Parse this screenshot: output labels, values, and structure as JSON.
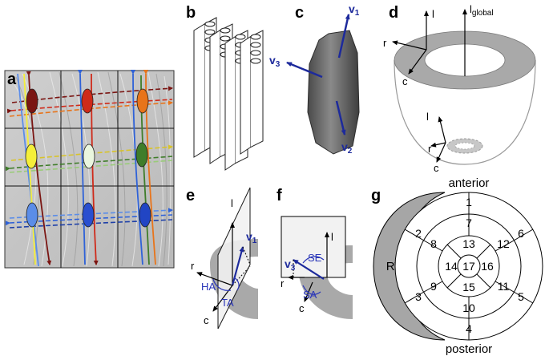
{
  "panels": {
    "a": {
      "label": "a"
    },
    "b": {
      "label": "b"
    },
    "c": {
      "label": "c",
      "v1": "v",
      "v1_sub": "1",
      "v2": "v",
      "v2_sub": "2",
      "v3": "v",
      "v3_sub": "3"
    },
    "d": {
      "label": "d",
      "l": "l",
      "l_global": "l",
      "l_global_sub": "global",
      "r": "r",
      "c": "c",
      "l_inner": "l",
      "r_inner": "r",
      "c_inner": "c"
    },
    "e": {
      "label": "e",
      "l": "l",
      "v1": "v",
      "v1_sub": "1",
      "r": "r",
      "c": "c",
      "ha": "HA",
      "ta": "TA"
    },
    "f": {
      "label": "f",
      "l": "l",
      "v3": "v",
      "v3_sub": "3",
      "se": "SE",
      "sa": "SA",
      "r": "r",
      "c": "c"
    },
    "g": {
      "label": "g",
      "anterior": "anterior",
      "posterior": "posterior",
      "rv": "RV",
      "segments": [
        "1",
        "2",
        "3",
        "4",
        "5",
        "6",
        "7",
        "8",
        "9",
        "10",
        "11",
        "12",
        "13",
        "14",
        "15",
        "16",
        "17"
      ]
    }
  },
  "colors": {
    "arrow_blue": "#1d2a9c",
    "ring_gray": "#a9a9a9",
    "rv_gray": "#a6a6a6",
    "cell_dark_red": "#7a1512",
    "cell_red": "#cf2a1a",
    "cell_orange": "#e8741a",
    "cell_yellow": "#f5ef3a",
    "cell_pale_green": "#d8efc6",
    "cell_green": "#3f7d2a",
    "cell_blue": "#2f62d8"
  }
}
